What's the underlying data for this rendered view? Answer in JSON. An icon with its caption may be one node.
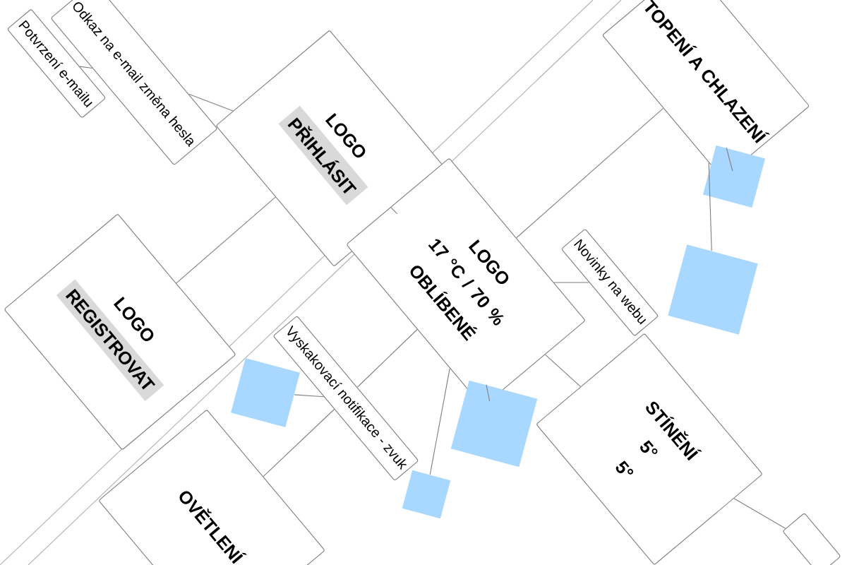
{
  "diagram": {
    "nodes": [
      {
        "text": [
          "Potvrzení e-mailu"
        ]
      },
      {
        "text": [
          "Odkaz na e-mail změna hesla"
        ]
      },
      {
        "text": [
          "LOGO",
          "PŘIHLÁSIT"
        ]
      },
      {
        "text": [
          "LOGO",
          "REGISTROVAT"
        ]
      },
      {
        "text": [
          "LOGO",
          "17 °C / 70 %",
          "OBLÍBENÉ"
        ]
      },
      {
        "text": [
          "Novinky na webu"
        ]
      },
      {
        "text": [
          "TOPENÍ A CHLAZENÍ"
        ]
      },
      {
        "text": [],
        "shape": "box"
      },
      {
        "text": [],
        "shape": "box"
      },
      {
        "text": [
          "Vyskakovací notifikace - zvuk"
        ]
      },
      {
        "text": [],
        "shape": "box"
      },
      {
        "text": [],
        "shape": "box"
      },
      {
        "text": [],
        "shape": "box"
      },
      {
        "text": [
          "OVĚTLENÍ"
        ]
      },
      {
        "text": [
          "STÍNĚNÍ",
          "5°",
          "5°"
        ]
      },
      {
        "text": [],
        "shape": "box"
      }
    ],
    "edges": [
      {
        "from": 0,
        "to": 1,
        "arrow": "none"
      },
      {
        "from": 1,
        "to": 2,
        "arrow": "none"
      },
      {
        "from": 2,
        "to": 3,
        "arrow": "none"
      },
      {
        "from": 2,
        "to": 4,
        "arrow": "none"
      },
      {
        "from": 4,
        "to": 5,
        "arrow": "none"
      },
      {
        "from": 4,
        "to": 6,
        "arrow": "none"
      },
      {
        "from": 6,
        "to": 7,
        "arrow": "none"
      },
      {
        "from": 6,
        "to": 8,
        "arrow": "none"
      },
      {
        "from": 4,
        "to": 9,
        "arrow": "none"
      },
      {
        "from": 9,
        "to": 10,
        "arrow": "none"
      },
      {
        "from": 4,
        "to": 11,
        "arrow": "none"
      },
      {
        "from": 4,
        "to": 12,
        "arrow": "none"
      },
      {
        "from": 9,
        "to": 13,
        "arrow": "none"
      },
      {
        "from": 4,
        "to": 14,
        "arrow": "none"
      },
      {
        "from": 14,
        "to": 15,
        "arrow": "none"
      }
    ]
  }
}
